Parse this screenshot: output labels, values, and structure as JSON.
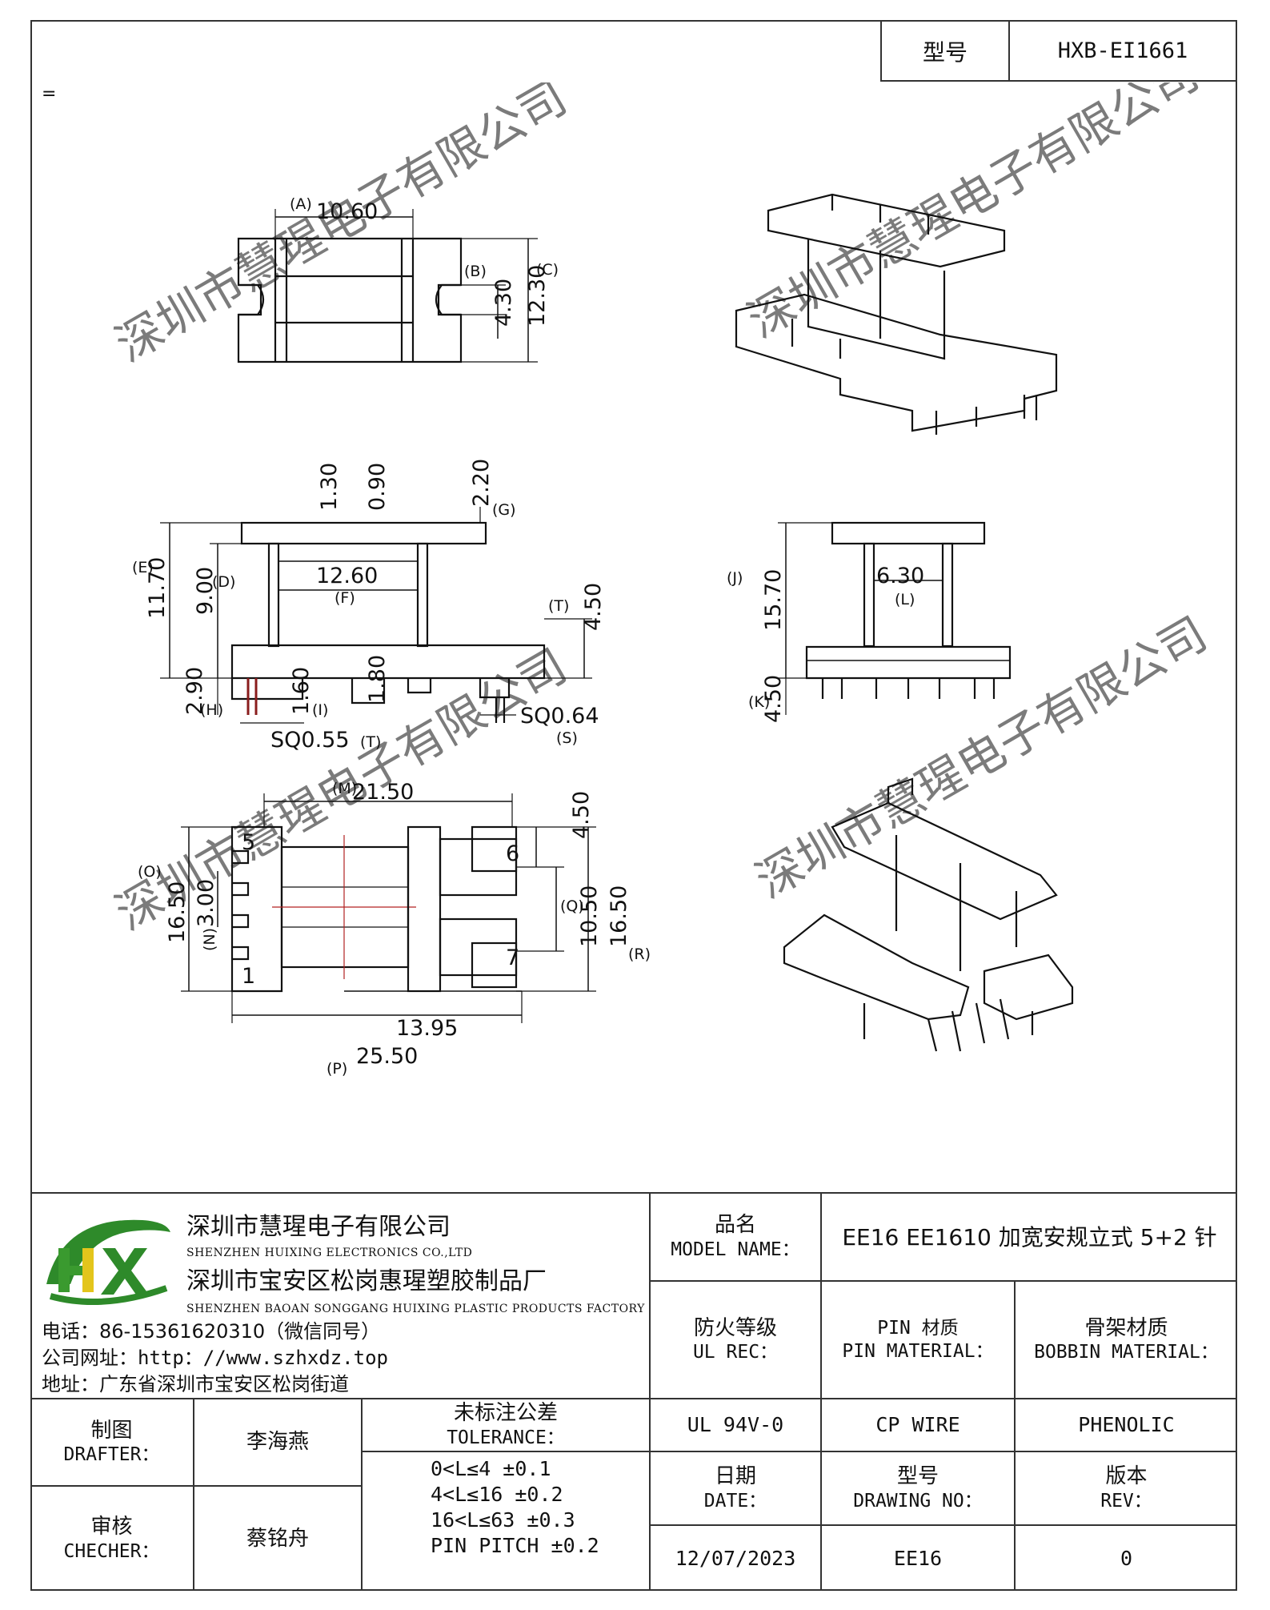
{
  "header": {
    "model_label": "型号",
    "model_value": "HXB-EI1661"
  },
  "corner_mark": "=",
  "drawing": {
    "dims": {
      "a_value": "10.60",
      "b_value": "4.30",
      "c_value": "12.30",
      "g_value": "2.20",
      "top1": "1.30",
      "top2": "0.90",
      "f_value": "12.60",
      "e_value": "11.70",
      "d_value": "9.00",
      "t_value": "4.50",
      "h_value": "2.90",
      "i_value": "1.60",
      "pin_h": "1.80",
      "sq1": "SQ0.55",
      "sq2": "SQ0.64",
      "j_value": "15.70",
      "l_value": "6.30",
      "k_value": "4.50",
      "m_value": "21.50",
      "o_value": "16.50",
      "n_value": "3.00",
      "p_value": "25.50",
      "bot_w": "13.95",
      "q_value": "10.50",
      "r_value": "16.50",
      "right_top": "4.50"
    },
    "letters": {
      "a": "(A)",
      "b": "(B)",
      "c": "(C)",
      "d": "(D)",
      "e": "(E)",
      "f": "(F)",
      "g": "(G)",
      "h": "(H)",
      "i": "(I)",
      "t": "(T)",
      "t2": "(T)",
      "s": "(S)",
      "j": "(J)",
      "l": "(L)",
      "k": "(K)",
      "m": "(M)",
      "o": "(O)",
      "n": "(N)",
      "p": "(P)",
      "q": "(Q)",
      "r": "(R)"
    },
    "pins": {
      "p5": "5",
      "p1": "1",
      "p6": "6",
      "p7": "7"
    },
    "watermark": "深圳市慧瑆电子有限公司"
  },
  "company": {
    "name_cn": "深圳市慧瑆电子有限公司",
    "name_en": "SHENZHEN HUIXING ELECTRONICS CO.,LTD",
    "factory_cn": "深圳市宝安区松岗惠瑆塑胶制品厂",
    "factory_en": "SHENZHEN BAOAN SONGGANG HUIXING PLASTIC PRODUCTS FACTORY",
    "phone": "电话：86-15361620310（微信同号）",
    "website_label": "公司网址：",
    "website": "http：//www.szhxdz.top",
    "address": "地址：广东省深圳市宝安区松岗街道",
    "logo_letters": "HX",
    "logo_colors": {
      "h_green": "#3a9a2f",
      "h_yellow": "#e3c51c",
      "swoosh": "#2e8a2a"
    }
  },
  "title_block": {
    "model_name_cn": "品名",
    "model_name_en": "MODEL NAME：",
    "model_name_value": "EE16 EE1610 加宽安规立式 5+2 针",
    "ul_cn": "防火等级",
    "ul_en": "UL REC：",
    "ul_value": "UL 94V-0",
    "pin_cn": "PIN 材质",
    "pin_en": "PIN MATERIAL：",
    "pin_value": "CP WIRE",
    "bobbin_cn": "骨架材质",
    "bobbin_en": "BOBBIN MATERIAL：",
    "bobbin_value": "PHENOLIC",
    "drafter_cn": "制图",
    "drafter_en": "DRAFTER：",
    "drafter_value": "李海燕",
    "checker_cn": "审核",
    "checker_en": "CHECHER：",
    "checker_value": "蔡铭舟",
    "tol_cn": "未标注公差",
    "tol_en": "TOLERANCE：",
    "tol_lines": [
      "0<L≤4  ±0.1",
      "4<L≤16 ±0.2",
      "16<L≤63 ±0.3",
      "PIN PITCH ±0.2"
    ],
    "date_cn": "日期",
    "date_en": "DATE：",
    "date_value": "12/07/2023",
    "drawing_no_cn": "型号",
    "drawing_no_en": "DRAWING NO：",
    "drawing_no_value": "EE16",
    "rev_cn": "版本",
    "rev_en": "REV：",
    "rev_value": "0"
  }
}
